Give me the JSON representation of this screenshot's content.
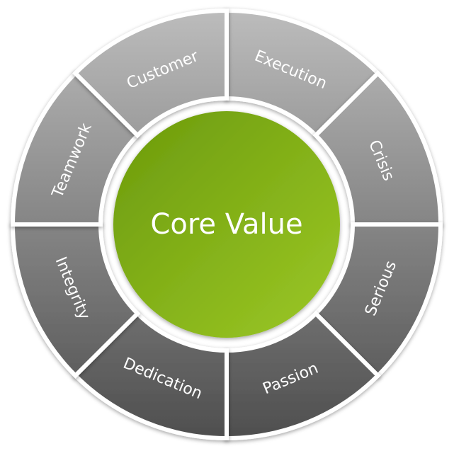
{
  "center": {
    "label": "Core Value",
    "color_light": "#9cc826",
    "color_dark": "#6b9a0c"
  },
  "segments": [
    {
      "label": "Execution"
    },
    {
      "label": "Crisis"
    },
    {
      "label": "Serious"
    },
    {
      "label": "Passion"
    },
    {
      "label": "Dedication"
    },
    {
      "label": "Integrity"
    },
    {
      "label": "Teamwork"
    },
    {
      "label": "Customer"
    }
  ],
  "colors": {
    "ring_top": "#bcbcbc",
    "ring_bottom": "#4e4e4e"
  }
}
